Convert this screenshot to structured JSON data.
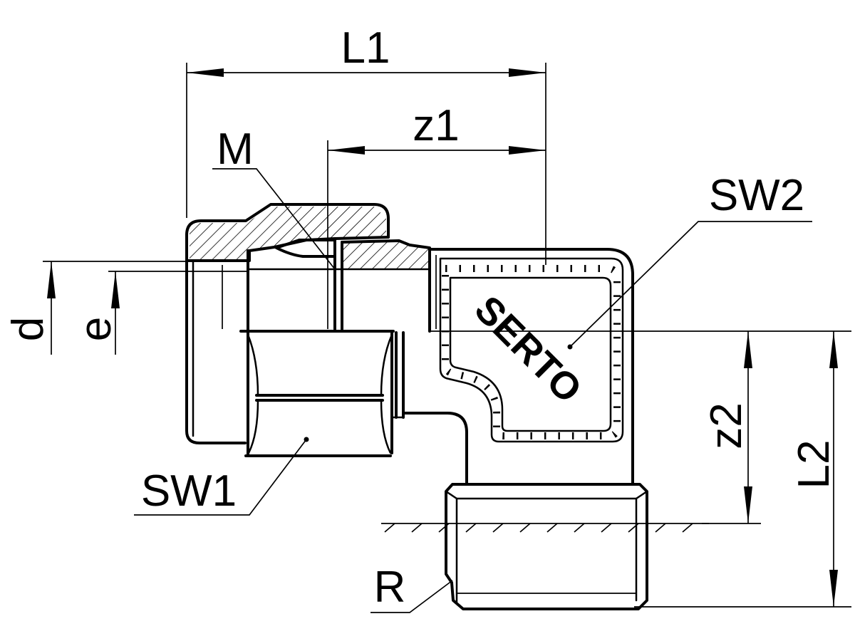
{
  "dimensions": {
    "l1": "L1",
    "z1": "z1",
    "d": "d",
    "e": "e",
    "z2": "z2",
    "l2": "L2"
  },
  "callouts": {
    "m": "M",
    "sw1": "SW1",
    "sw2": "SW2",
    "r": "R"
  },
  "marking": "SERTO",
  "colors": {
    "line": "#000000",
    "background": "#ffffff"
  }
}
